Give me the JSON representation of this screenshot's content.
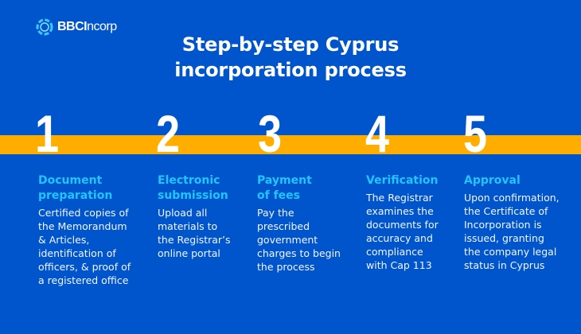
{
  "brand": {
    "name_bold": "BBCI",
    "name_regular": "ncorp",
    "icon": "bbcincorp-swirl-logo-icon"
  },
  "title": {
    "line1": "Step-by-step Cyprus",
    "line2": "incorporation process"
  },
  "colors": {
    "background": "#0055cc",
    "band": "#ffae00",
    "step_title": "#1fc6ff",
    "text": "#ffffff"
  },
  "steps": [
    {
      "number": "1",
      "title_line1": "Document",
      "title_line2": "preparation",
      "desc": [
        "Certified copies of",
        "the Memorandum",
        "& Articles,",
        "identification of",
        "officers, & proof of",
        "a registered office"
      ]
    },
    {
      "number": "2",
      "title_line1": "Electronic",
      "title_line2": "submission",
      "desc": [
        "Upload all",
        "materials to",
        "the Registrar’s",
        "online portal"
      ]
    },
    {
      "number": "3",
      "title_line1": "Payment",
      "title_line2": "of fees",
      "desc": [
        "Pay the",
        "prescribed",
        "government",
        "charges to begin",
        "the process"
      ]
    },
    {
      "number": "4",
      "title_line1": "Verification",
      "title_line2": "",
      "desc": [
        "The Registrar",
        "examines the",
        "documents for",
        "accuracy and",
        "compliance",
        "with Cap 113"
      ]
    },
    {
      "number": "5",
      "title_line1": "Approval",
      "title_line2": "",
      "desc": [
        "Upon confirmation,",
        "the Certificate of",
        "Incorporation is",
        "issued, granting",
        "the company legal",
        "status in Cyprus"
      ]
    }
  ]
}
